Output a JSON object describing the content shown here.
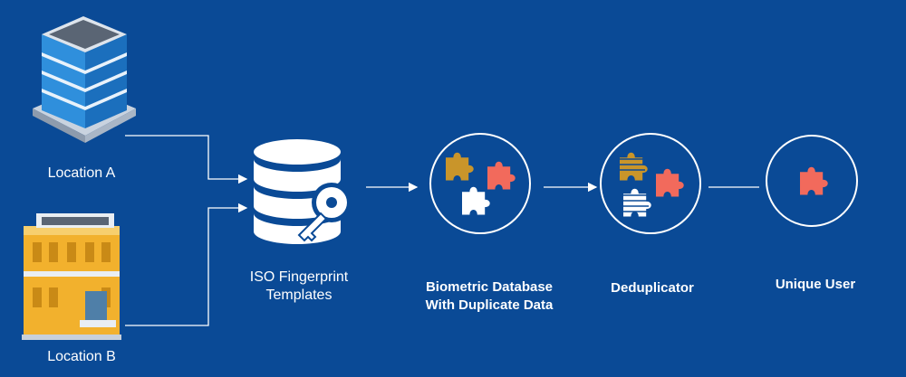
{
  "diagram": {
    "nodes": {
      "location_a": {
        "label": "Location A"
      },
      "location_b": {
        "label": "Location B"
      },
      "iso_templates": {
        "line1": "ISO Fingerprint",
        "line2": "Templates"
      },
      "biometric_db": {
        "line1": "Biometric Database",
        "line2": "With Duplicate Data"
      },
      "deduplicator": {
        "label": "Deduplicator"
      },
      "unique_user": {
        "label": "Unique User"
      }
    },
    "colors": {
      "background": "#0a4a96",
      "line": "#ffffff",
      "puzzle_gold": "#c9952a",
      "puzzle_coral": "#f26a5c",
      "puzzle_white": "#ffffff",
      "building_a_glass": "#3d9fe6",
      "building_b_wall": "#f2b12d"
    },
    "icons": [
      "office-building-icon",
      "school-building-icon",
      "database-key-icon",
      "puzzle-pieces-icon",
      "puzzle-piece-icon"
    ]
  }
}
